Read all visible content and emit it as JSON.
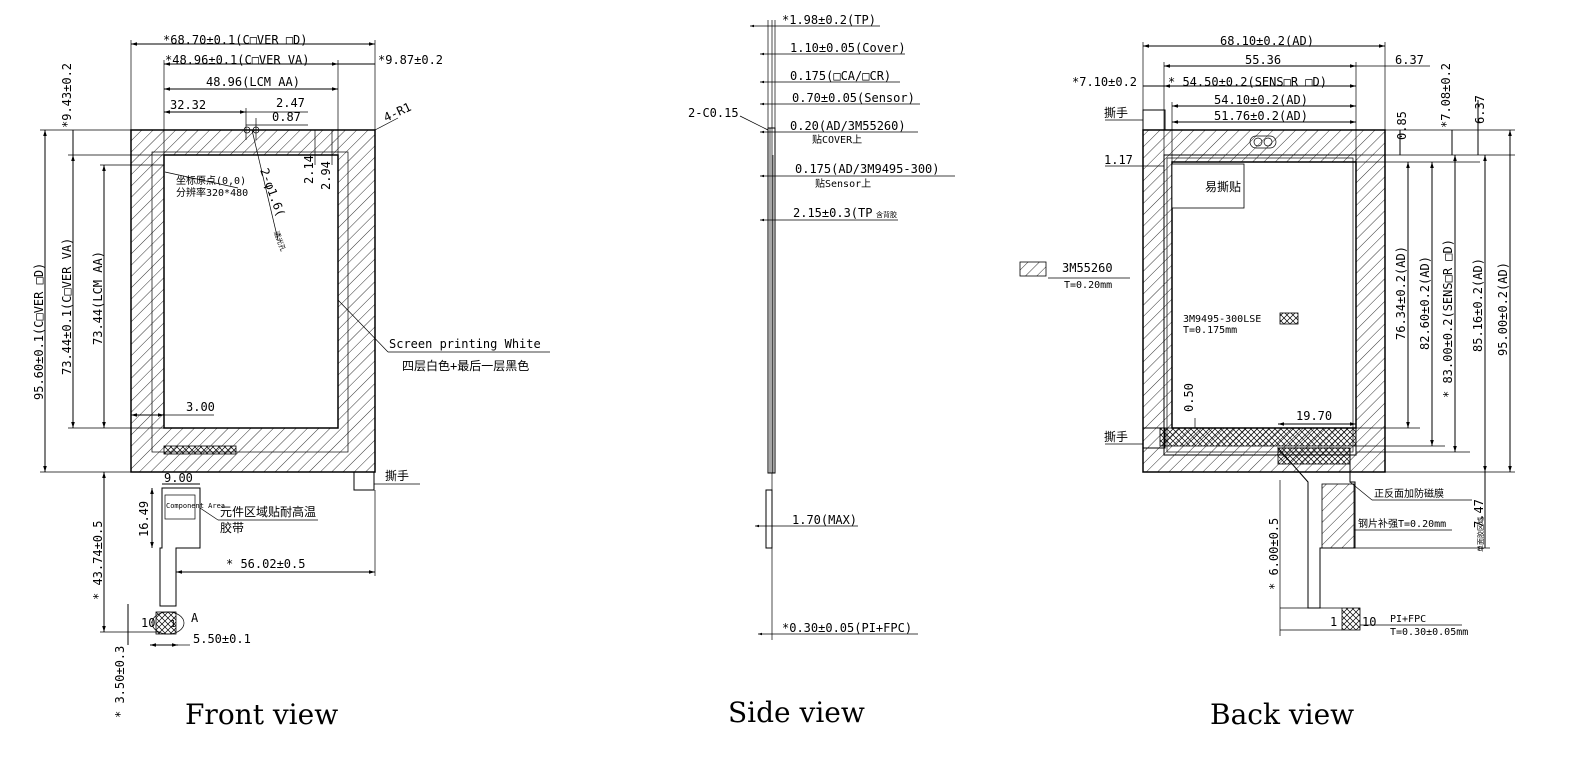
{
  "titles": {
    "front": "Front view",
    "side": "Side view",
    "back": "Back view"
  },
  "front": {
    "cover_od": "*68.70±0.1(C□VER □D)",
    "cover_va": "*48.96±0.1(C□VER VA)",
    "right_top": "*9.87±0.2",
    "lcm_aa": "48.96(LCM AA)",
    "w32": "32.32",
    "w247": "2.47",
    "w087": "0.87",
    "corner": "4-R1",
    "left_943": "*9.43±0.2",
    "h_cover_od": "95.60±0.1(C□VER □D)",
    "h_cover_va": "73.44±0.1(C□VER VA)",
    "h_lcm": "73.44(LCM AA)",
    "v214": "2.14",
    "v294": "2.94",
    "hole": "2-φ1.6(",
    "hole_note": "透光孔",
    "origin": "坐标原点(0,0)",
    "resolution": "分辨率320*480",
    "screen_print": "Screen printing White",
    "screen_note": "四层白色+最后一层黑色",
    "w300": "3.00",
    "w900": "9.00",
    "tear": "撕手",
    "comp_area": "Component Area",
    "comp_note1": "元件区域贴耐高温",
    "comp_note2": "胶带",
    "h1649": "16.49",
    "w5602": "* 56.02±0.5",
    "h4374": "* 43.74±0.5",
    "pin10": "10",
    "pin1": "1",
    "label_a": "A",
    "w550": "5.50±0.1",
    "h350": "* 3.50±0.3"
  },
  "side": {
    "d1": "*1.98±0.2(TP)",
    "d2": "1.10±0.05(Cover)",
    "d3": "0.175(□CA/□CR)",
    "d4": "0.70±0.05(Sensor)",
    "chamfer": "2-C0.15",
    "d5": "0.20(AD/3M55260)",
    "d5n": "贴COVER上",
    "d6": "0.175(AD/3M9495-300)",
    "d6n": "贴Sensor上",
    "d7": "2.15±0.3(TP",
    "d7n": "含背胶",
    "d8": "1.70(MAX)",
    "d9": "*0.30±0.05(PI+FPC)"
  },
  "back": {
    "w6810": "68.10±0.2(AD)",
    "w5536": "55.36",
    "w637": "6.37",
    "w710": "*7.10±0.2",
    "w5450": "* 54.50±0.2(SENS□R □D)",
    "w5410": "54.10±0.2(AD)",
    "w5176": "51.76±0.2(AD)",
    "tear1": "撕手",
    "v085": "0.85",
    "v708": "*7.08±0.2",
    "v637": "6.37",
    "w117": "1.17",
    "easy": "易撕贴",
    "legend1": "3M55260",
    "legend1t": "T=0.20mm",
    "legend2": "3M9495-300LSE",
    "legend2t": "T=0.175mm",
    "h7634": "76.34±0.2(AD)",
    "h8260": "82.60±0.2(AD)",
    "h8300": "* 83.00±0.2(SENS□R □D)",
    "h8516": "85.16±0.2(AD)",
    "h9500": "95.00±0.2(AD)",
    "v050": "0.50",
    "w1970": "19.70",
    "tear2": "撕手",
    "shield": "正反面加防磁膜",
    "steel": "钢片补强T=0.20mm",
    "v747": "7.47",
    "v747n": "单面胶区域",
    "h600": "* 6.00±0.5",
    "pin1": "1",
    "pin10": "10",
    "pifpc": "PI+FPC",
    "pifpc_t": "T=0.30±0.05mm"
  }
}
